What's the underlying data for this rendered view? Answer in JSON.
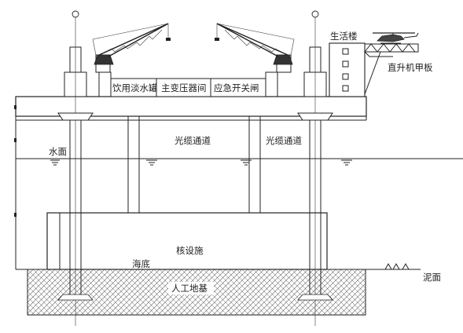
{
  "labels": {
    "living_quarters": "生活楼",
    "helideck": "直升机甲板",
    "fresh_water_tank": "饮用淡水罐",
    "main_transformer_room": "主变压器间",
    "emergency_switch_gate": "应急开关闸",
    "cable_channel_left": "光缆通道",
    "cable_channel_right": "光缆通道",
    "water_surface": "水面",
    "nuclear_facility": "核设施",
    "seabed": "海底",
    "mud_surface": "泥面",
    "artificial_foundation": "人工地基"
  }
}
